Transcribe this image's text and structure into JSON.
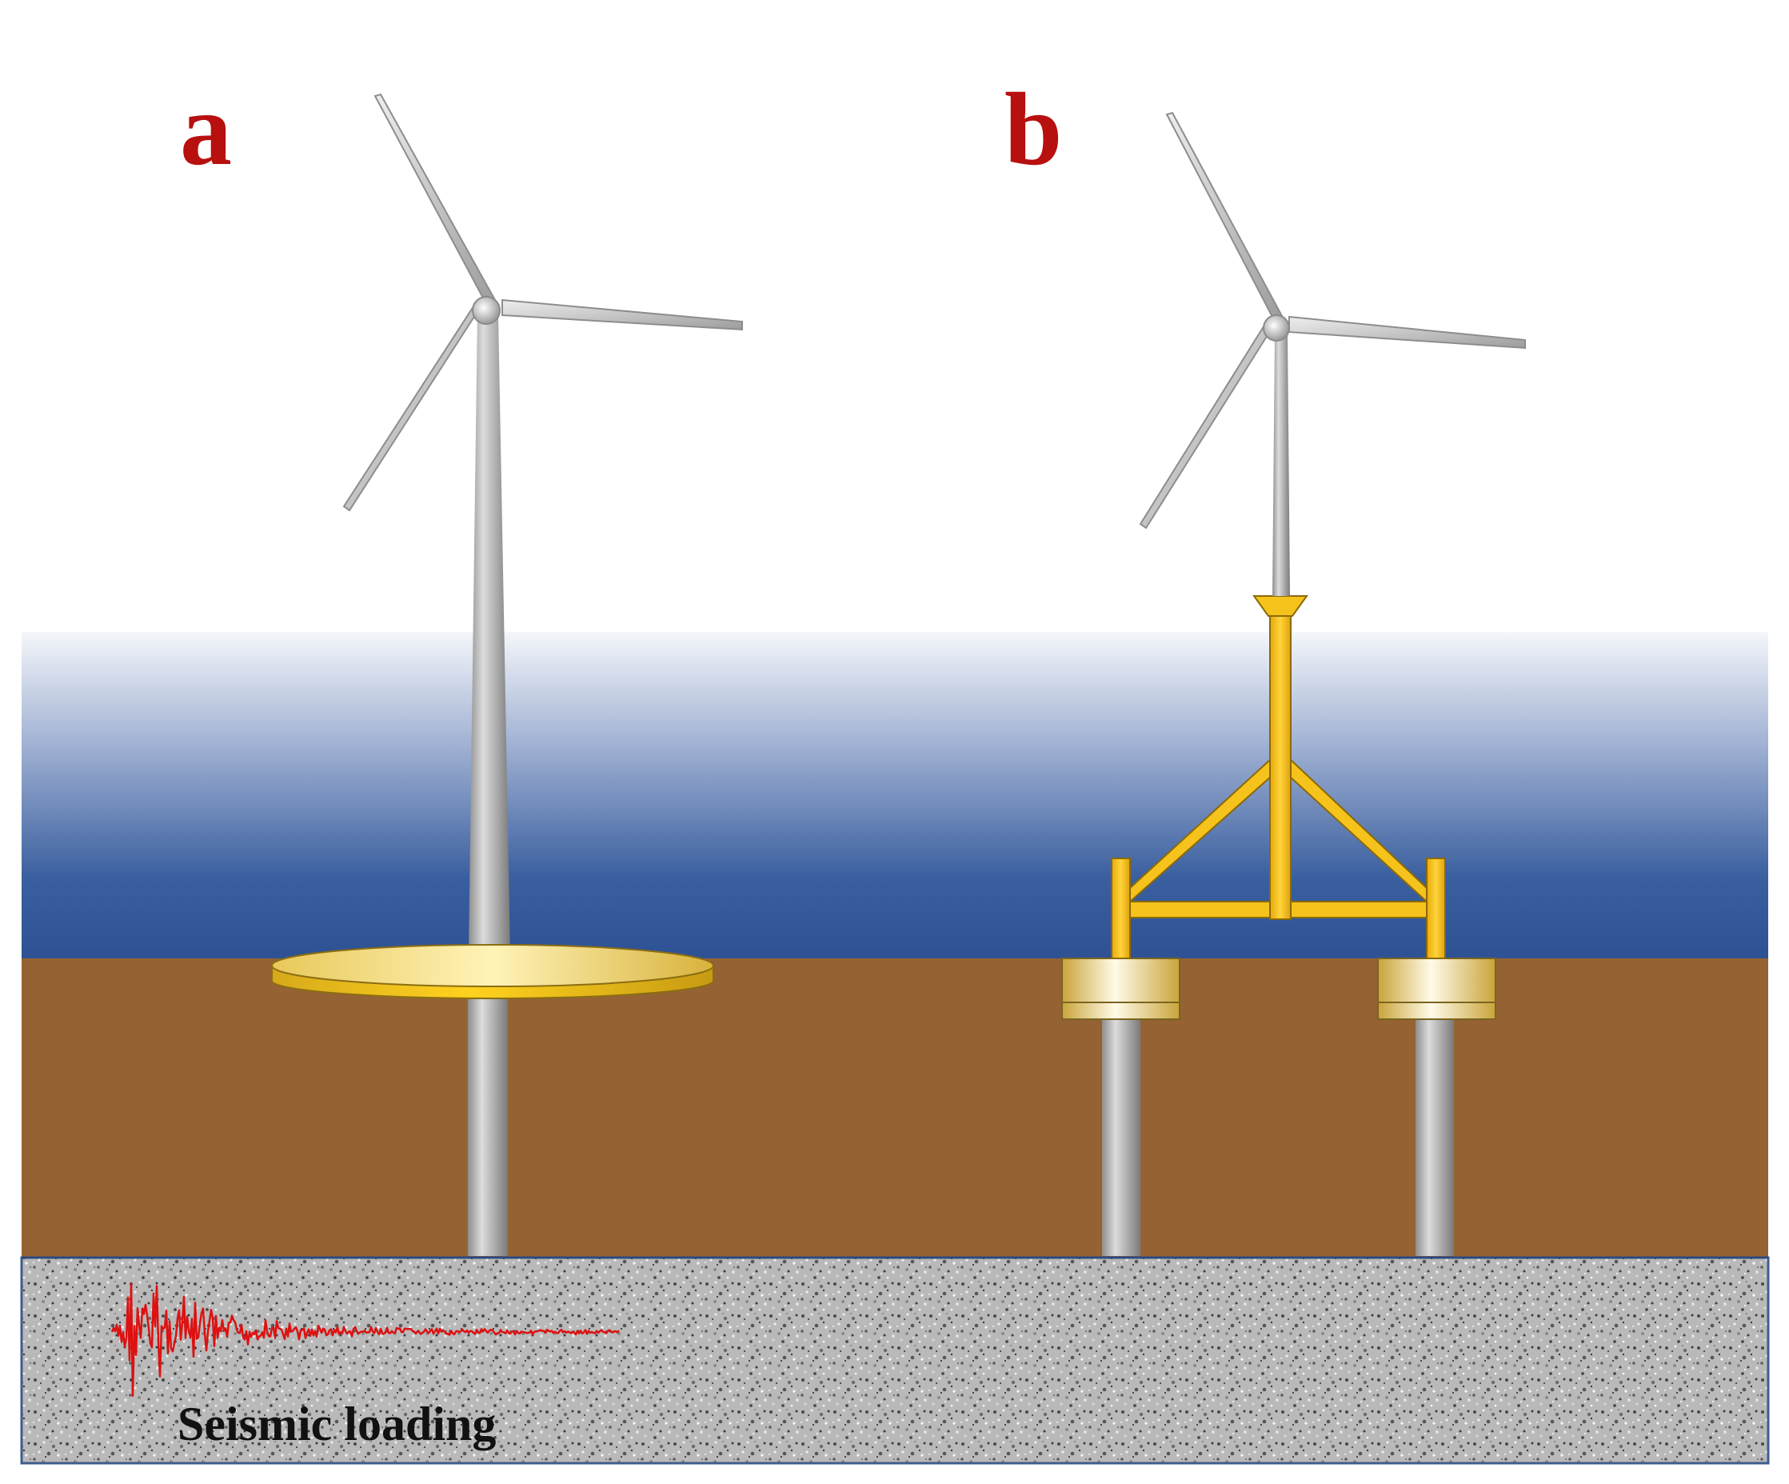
{
  "labels": {
    "panel_a": "a",
    "panel_b": "b",
    "seismic": "Seismic loading"
  },
  "colors": {
    "label_red": "#b80f0f",
    "water_top": "#ffffff",
    "water_bottom": "#2d5193",
    "seabed_soil": "#956233",
    "bedrock": "#b9b9b9",
    "foundation_gold": "#f5c518",
    "tower_gray": "#a9a9a9",
    "seismic_trace": "#dd1111"
  },
  "icons": {
    "turbine_a": "wind-turbine-icon",
    "turbine_b": "wind-turbine-icon",
    "seismogram": "seismic-wave-icon"
  }
}
